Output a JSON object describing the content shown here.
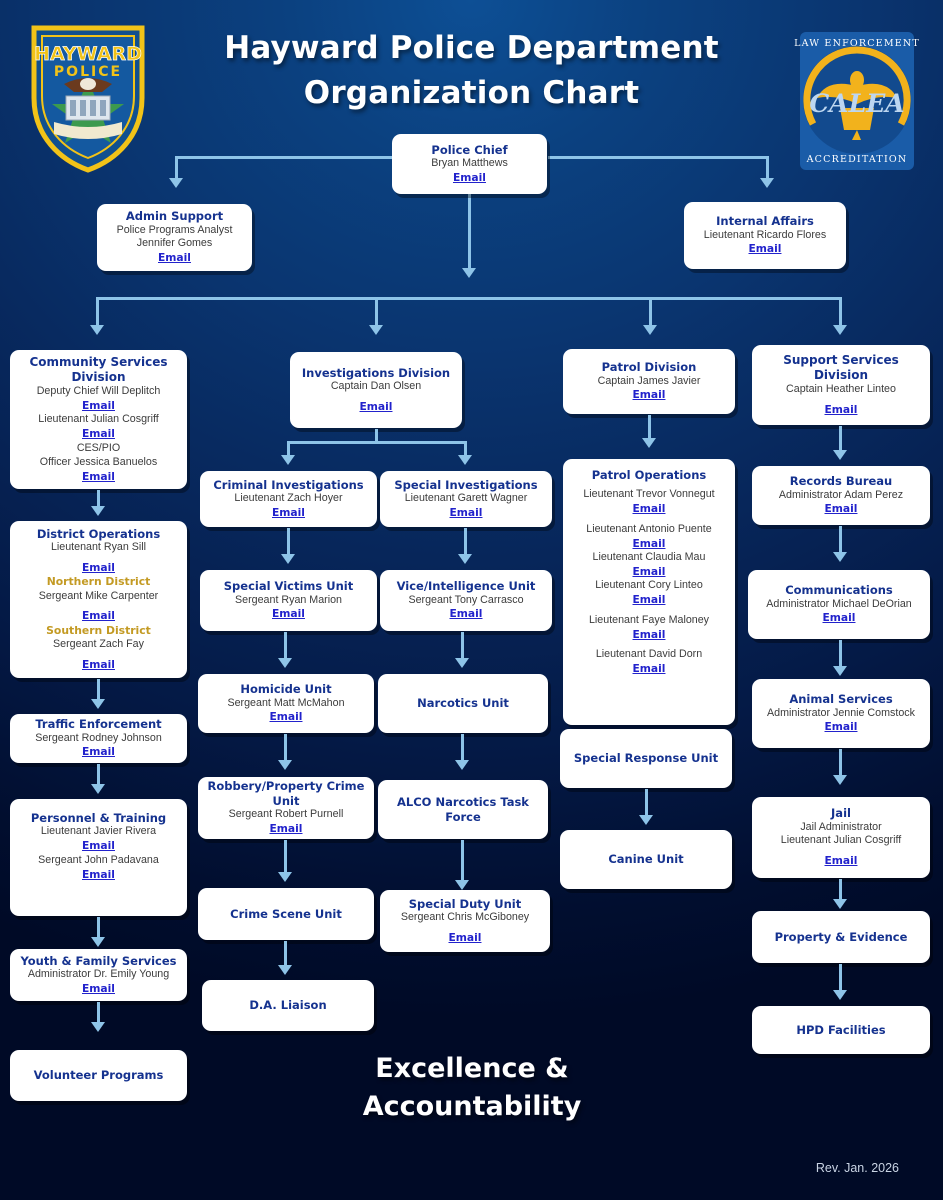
{
  "header": {
    "title_line1": "Hayward Police Department",
    "title_line2": "Organization Chart",
    "hpd_badge_alt": "Hayward Police badge",
    "calea_badge_alt": "CALEA Law Enforcement Accreditation seal"
  },
  "footer": {
    "motto_line1": "Excellence &",
    "motto_line2": "Accountability",
    "revision": "Rev. Jan. 2026"
  },
  "email_label": "Email",
  "nodes": {
    "police_chief": {
      "title": "Police Chief",
      "lines": [
        "Bryan Matthews"
      ]
    },
    "admin_support": {
      "title": "Admin Support",
      "lines": [
        "Police Programs Analyst",
        "Jennifer Gomes"
      ]
    },
    "internal_affairs": {
      "title": "Internal Affairs",
      "lines": [
        "Lieutenant Ricardo Flores"
      ]
    },
    "community_services": {
      "title": "Community Services Division",
      "person1": "Deputy Chief Will Deplitch",
      "person2": "Lieutenant Julian Cosgriff",
      "role3": "CES/PIO",
      "person3": "Officer Jessica Banuelos"
    },
    "district_ops": {
      "title": "District Operations",
      "person1": "Lieutenant Ryan Sill",
      "sub1": "Northern District",
      "person2": "Sergeant Mike Carpenter",
      "sub2": "Southern District",
      "person3": "Sergeant Zach Fay"
    },
    "traffic_enforcement": {
      "title": "Traffic Enforcement",
      "lines": [
        "Sergeant Rodney Johnson"
      ]
    },
    "personnel_training": {
      "title": "Personnel & Training",
      "person1": "Lieutenant Javier Rivera",
      "person2": "Sergeant John Padavana"
    },
    "youth_family": {
      "title": "Youth & Family Services",
      "lines": [
        "Administrator Dr. Emily Young"
      ]
    },
    "volunteer_programs": {
      "title": "Volunteer Programs",
      "lines": []
    },
    "investigations": {
      "title": "Investigations Division",
      "lines": [
        "Captain Dan Olsen"
      ]
    },
    "criminal_inv": {
      "title": "Criminal Investigations",
      "lines": [
        "Lieutenant Zach Hoyer"
      ]
    },
    "special_inv": {
      "title": "Special Investigations",
      "lines": [
        "Lieutenant Garett Wagner"
      ]
    },
    "special_victims": {
      "title": "Special Victims Unit",
      "lines": [
        "Sergeant Ryan Marion"
      ]
    },
    "vice_intel": {
      "title": "Vice/Intelligence Unit",
      "lines": [
        "Sergeant Tony Carrasco"
      ]
    },
    "homicide": {
      "title": "Homicide Unit",
      "lines": [
        "Sergeant Matt McMahon"
      ]
    },
    "narcotics": {
      "title": "Narcotics Unit",
      "lines": []
    },
    "robbery_property": {
      "title": "Robbery/Property Crime Unit",
      "lines": [
        "Sergeant Robert Purnell"
      ]
    },
    "alco_task_force": {
      "title": "ALCO Narcotics Task Force",
      "lines": []
    },
    "crime_scene": {
      "title": "Crime Scene Unit",
      "lines": []
    },
    "special_duty": {
      "title": "Special Duty Unit",
      "lines": [
        "Sergeant Chris McGiboney"
      ]
    },
    "da_liaison": {
      "title": "D.A. Liaison",
      "lines": []
    },
    "patrol_division": {
      "title": "Patrol Division",
      "lines": [
        "Captain James Javier"
      ]
    },
    "patrol_operations": {
      "title": "Patrol Operations",
      "person1": "Lieutenant Trevor Vonnegut",
      "person2": "Lieutenant Antonio Puente",
      "person3": "Lieutenant Claudia Mau",
      "person4": "Lieutenant Cory Linteo",
      "person5": "Lieutenant Faye Maloney",
      "person6": "Lieutenant David Dorn"
    },
    "special_response": {
      "title": "Special Response Unit",
      "lines": []
    },
    "canine": {
      "title": "Canine Unit",
      "lines": []
    },
    "support_services": {
      "title": "Support Services Division",
      "lines": [
        "Captain Heather Linteo"
      ]
    },
    "records_bureau": {
      "title": "Records Bureau",
      "lines": [
        "Administrator Adam Perez"
      ]
    },
    "communications": {
      "title": "Communications",
      "lines": [
        "Administrator Michael DeOrian"
      ]
    },
    "animal_services": {
      "title": "Animal Services",
      "lines": [
        "Administrator Jennie Comstock"
      ]
    },
    "jail": {
      "title": "Jail",
      "lines": [
        "Jail Administrator",
        "Lieutenant Julian Cosgriff"
      ]
    },
    "property_evidence": {
      "title": "Property & Evidence",
      "lines": []
    },
    "hpd_facilities": {
      "title": "HPD Facilities",
      "lines": []
    }
  },
  "colors": {
    "box_title": "#15328f",
    "email_link": "#2222cc",
    "gold_sub": "#c39a23",
    "connector": "#8ec4e8",
    "bg_top": "#0b4180",
    "bg_bottom": "#000a26"
  }
}
